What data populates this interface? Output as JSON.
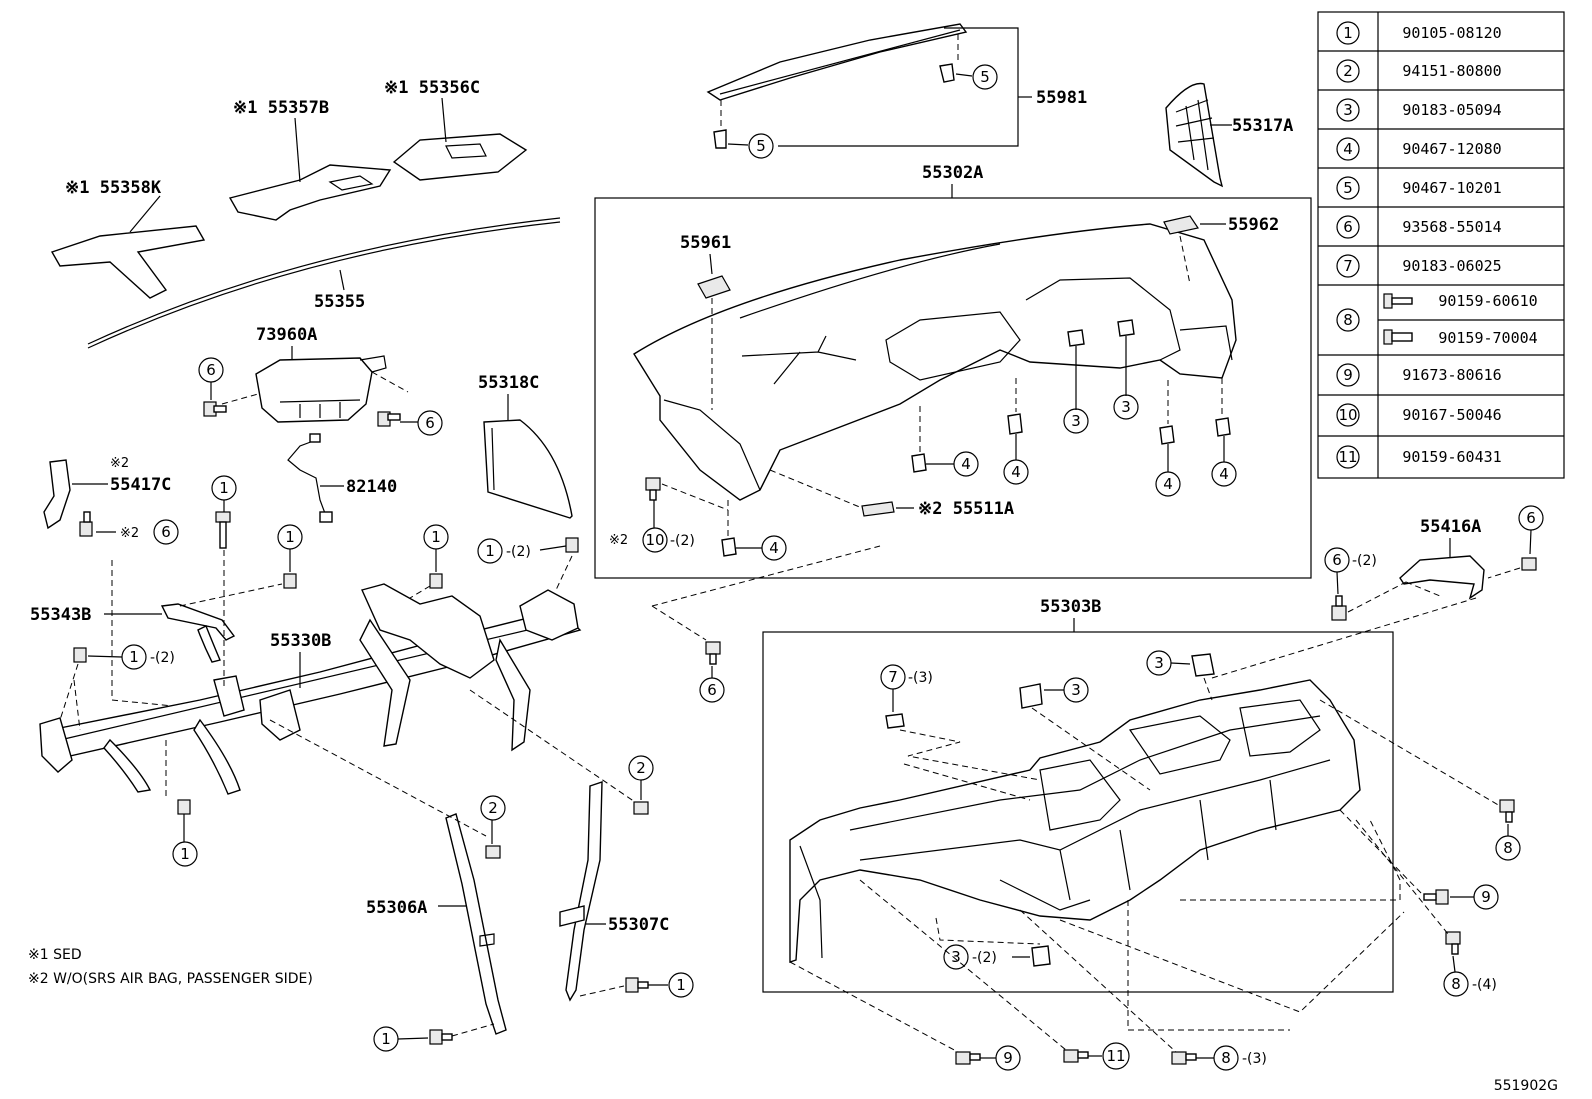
{
  "parts_table": [
    {
      "no": "1",
      "part": "90105-08120"
    },
    {
      "no": "2",
      "part": "94151-80800"
    },
    {
      "no": "3",
      "part": "90183-05094"
    },
    {
      "no": "4",
      "part": "90467-12080"
    },
    {
      "no": "5",
      "part": "90467-10201"
    },
    {
      "no": "6",
      "part": "93568-55014"
    },
    {
      "no": "7",
      "part": "90183-06025"
    },
    {
      "no": "8",
      "part": "90159-60610",
      "part_b": "90159-70004"
    },
    {
      "no": "9",
      "part": "91673-80616"
    },
    {
      "no": "10",
      "part": "90167-50046"
    },
    {
      "no": "11",
      "part": "90159-60431"
    }
  ],
  "labels": {
    "l55358K": "※1 55358K",
    "l55357B": "※1 55357B",
    "l55356C": "※1 55356C",
    "l55355": "55355",
    "l55981": "55981",
    "l55317A": "55317A",
    "l55302A": "55302A",
    "l55961": "55961",
    "l55962": "55962",
    "l73960A": "73960A",
    "l55318C": "55318C",
    "l82140": "82140",
    "l55417C_mark": "※2",
    "l55417C": "55417C",
    "l55511A": "※2 55511A",
    "l55343B": "55343B",
    "l55330B": "55330B",
    "l55303B": "55303B",
    "l55416A": "55416A",
    "l55306A": "55306A",
    "l55307C": "55307C"
  },
  "callouts": {
    "mark2": "※2",
    "q2": "-(2)",
    "q3": "-(3)",
    "q4": "-(4)"
  },
  "notes": {
    "note1": "※1 SED",
    "note2": "※2 W/O(SRS AIR BAG, PASSENGER SIDE)"
  },
  "diagram_code": "551902G"
}
